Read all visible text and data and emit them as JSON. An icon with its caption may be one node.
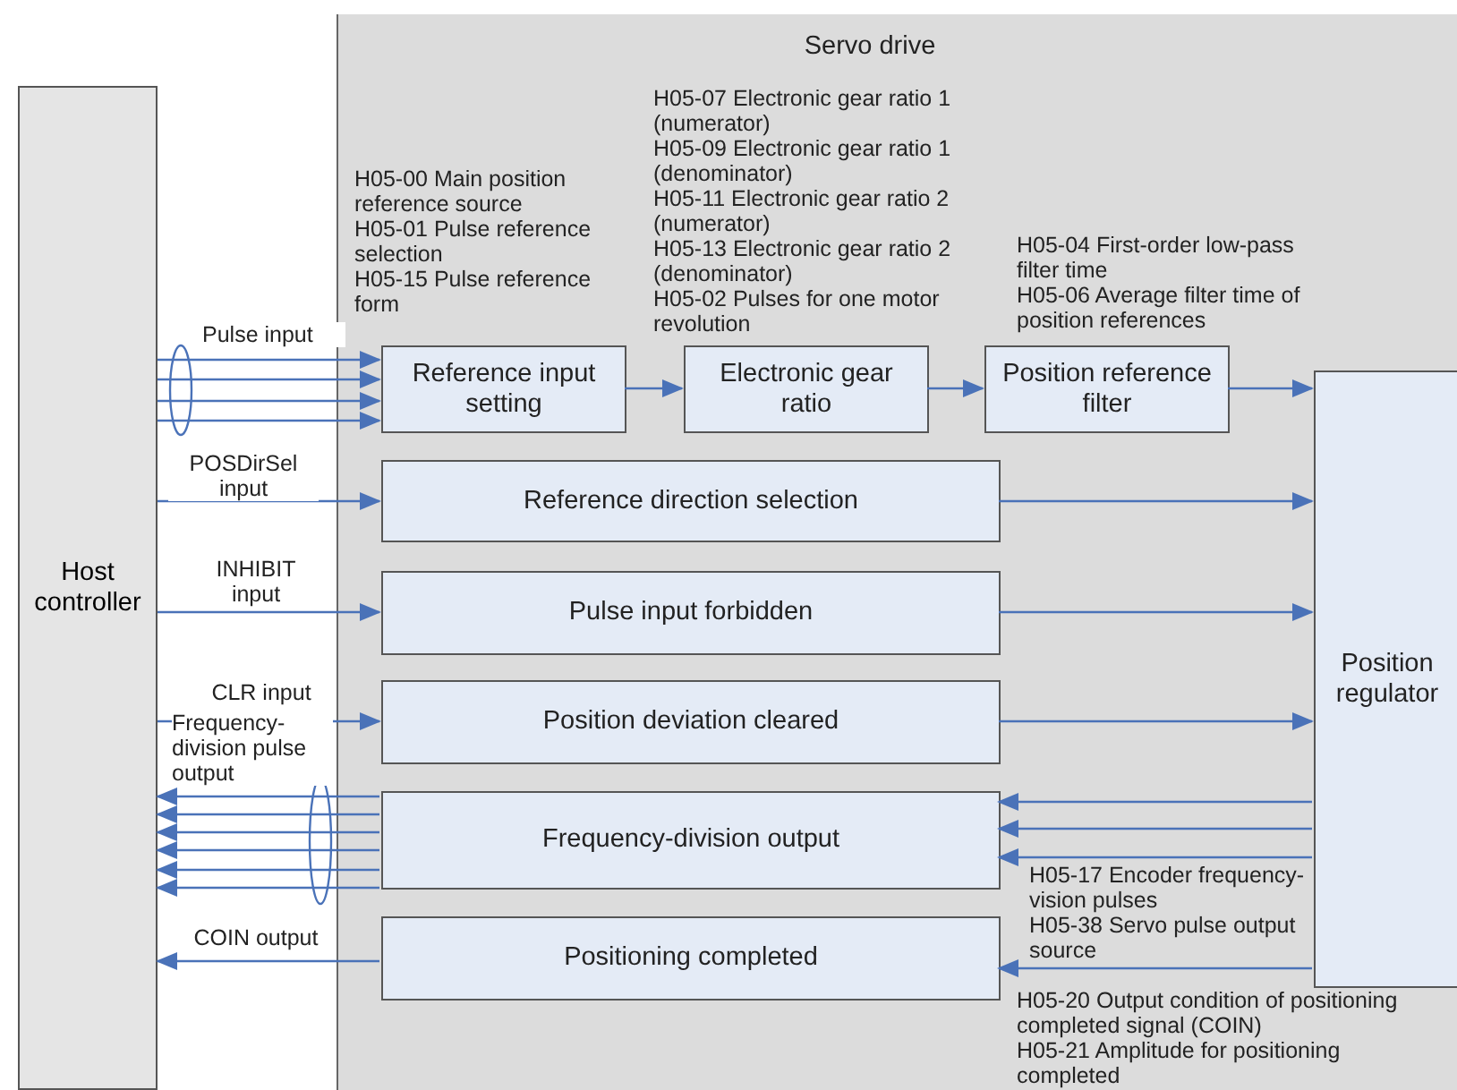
{
  "diagram": {
    "nodes": [
      {
        "text": [
          "Servo drive"
        ]
      },
      {
        "text": [
          "Host controller"
        ]
      },
      {
        "text": [
          "Reference input setting"
        ],
        "in": 0,
        "beside": [
          "H05-00 Main position reference source",
          "H05-01 Pulse reference selection",
          "H05-15 Pulse reference form"
        ]
      },
      {
        "text": [
          "Electronic gear ratio"
        ],
        "in": 0,
        "beside": [
          "H05-07 Electronic gear ratio 1 (numerator)",
          "H05-09 Electronic gear ratio 1 (denominator)",
          "H05-11 Electronic gear ratio 2 (numerator)",
          "H05-13 Electronic gear ratio 2 (denominator)",
          "H05-02 Pulses for one motor revolution"
        ]
      },
      {
        "text": [
          "Position reference filter"
        ],
        "in": 0,
        "beside": [
          "H05-04 First-order low-pass filter time",
          "H05-06 Average filter time of position references"
        ]
      },
      {
        "text": [
          "Reference direction selection"
        ],
        "in": 0
      },
      {
        "text": [
          "Pulse input forbidden"
        ],
        "in": 0
      },
      {
        "text": [
          "Position deviation cleared"
        ],
        "in": 0
      },
      {
        "text": [
          "Frequency-division output"
        ],
        "in": 0,
        "beside": [
          "H05-17 Encoder frequency-vision pulses",
          "H05-38 Servo pulse output source"
        ]
      },
      {
        "text": [
          "Positioning completed"
        ],
        "in": 0,
        "beside": [
          "H05-20 Output condition of positioning completed signal (COIN)",
          "H05-21 Amplitude for positioning completed"
        ]
      },
      {
        "text": [
          "Position regulator"
        ],
        "in": 0
      }
    ],
    "edges": [
      {
        "from": 1,
        "to": 2,
        "arrow": "to",
        "label": "Pulse input"
      },
      {
        "from": 1,
        "to": 2,
        "arrow": "to"
      },
      {
        "from": 1,
        "to": 2,
        "arrow": "to"
      },
      {
        "from": 1,
        "to": 2,
        "arrow": "to"
      },
      {
        "from": 1,
        "to": 5,
        "arrow": "to",
        "label": "POSDirSel input"
      },
      {
        "from": 1,
        "to": 6,
        "arrow": "to",
        "label": "INHIBIT input"
      },
      {
        "from": 1,
        "to": 7,
        "arrow": "to",
        "label": "CLR input"
      },
      {
        "from": 8,
        "to": 1,
        "arrow": "to",
        "label": "Frequency-division pulse output"
      },
      {
        "from": 8,
        "to": 1,
        "arrow": "to"
      },
      {
        "from": 8,
        "to": 1,
        "arrow": "to"
      },
      {
        "from": 8,
        "to": 1,
        "arrow": "to"
      },
      {
        "from": 8,
        "to": 1,
        "arrow": "to"
      },
      {
        "from": 8,
        "to": 1,
        "arrow": "to"
      },
      {
        "from": 9,
        "to": 1,
        "arrow": "to",
        "label": "COIN output"
      },
      {
        "from": 2,
        "to": 3,
        "arrow": "to"
      },
      {
        "from": 3,
        "to": 4,
        "arrow": "to"
      },
      {
        "from": 4,
        "to": 10,
        "arrow": "to"
      },
      {
        "from": 5,
        "to": 10,
        "arrow": "to"
      },
      {
        "from": 6,
        "to": 10,
        "arrow": "to"
      },
      {
        "from": 7,
        "to": 10,
        "arrow": "to"
      },
      {
        "from": 10,
        "to": 8,
        "arrow": "to"
      },
      {
        "from": 10,
        "to": 8,
        "arrow": "to"
      },
      {
        "from": 10,
        "to": 8,
        "arrow": "to"
      },
      {
        "from": 10,
        "to": 9,
        "arrow": "to"
      }
    ]
  }
}
